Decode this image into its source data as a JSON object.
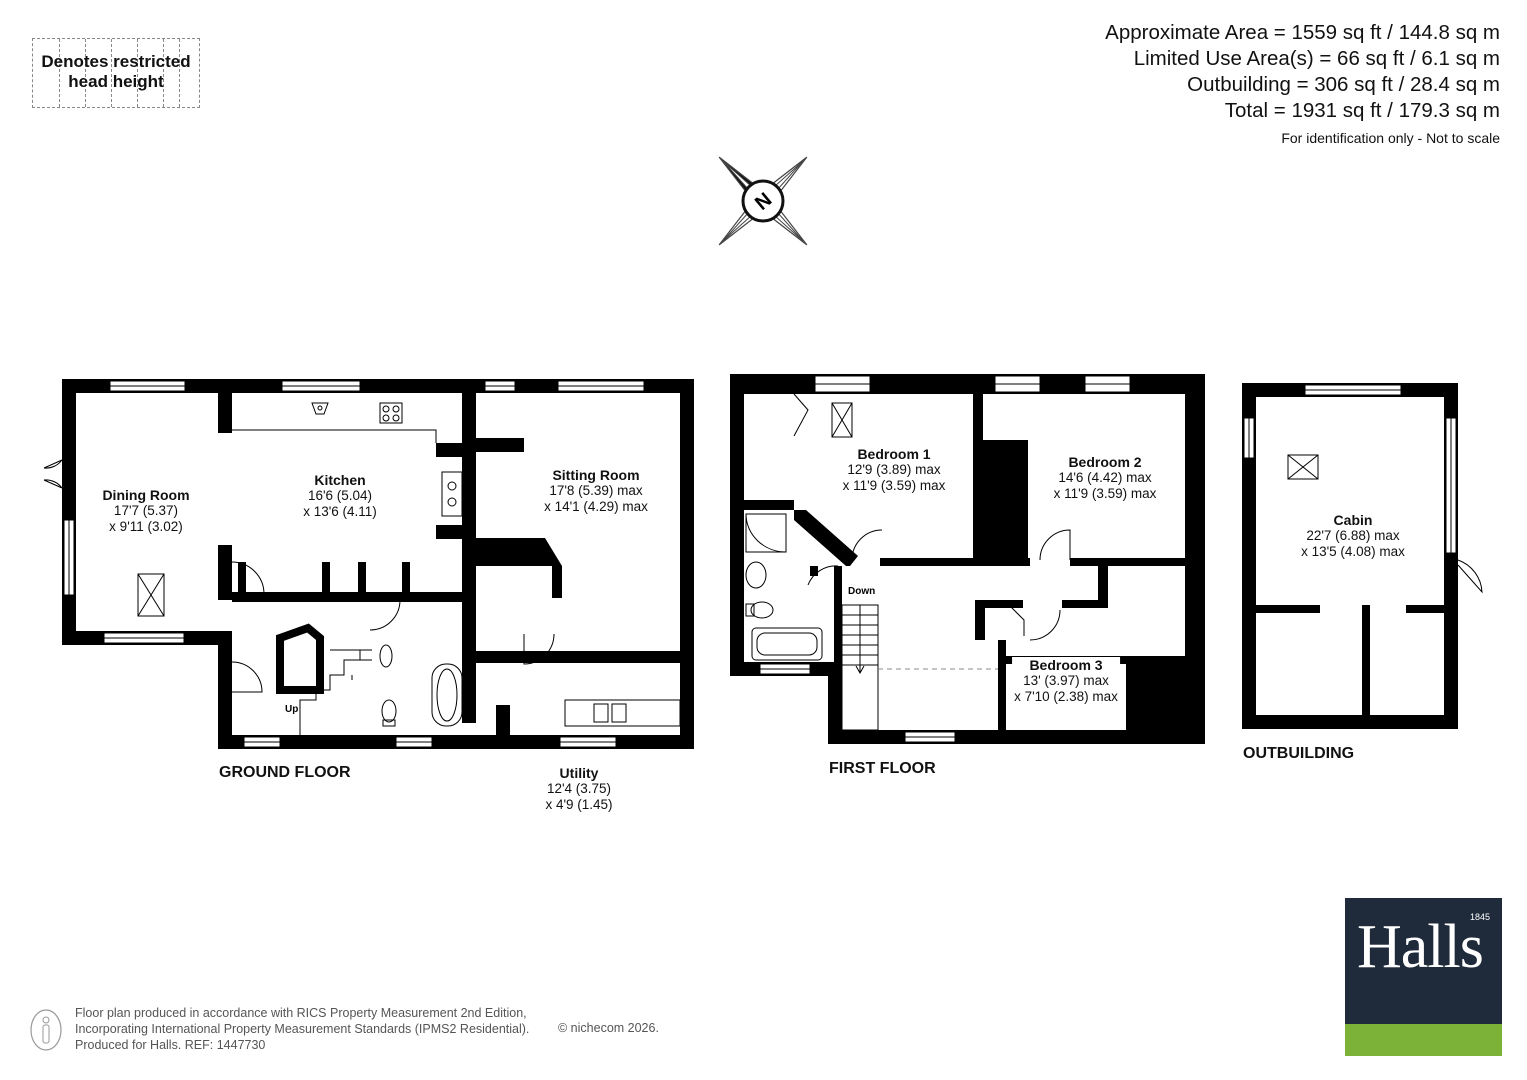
{
  "legend": {
    "line1": "Denotes restricted",
    "line2": "head height"
  },
  "areas": {
    "approximate": "Approximate Area = 1559 sq ft / 144.8 sq m",
    "limited": "Limited Use Area(s) = 66 sq ft / 6.1 sq m",
    "outbuilding": "Outbuilding = 306 sq ft / 28.4 sq m",
    "total": "Total = 1931 sq ft / 179.3 sq m",
    "note": "For identification only - Not to scale"
  },
  "compass": {
    "label": "N"
  },
  "rooms": {
    "dining": {
      "name": "Dining Room",
      "dim1": "17'7 (5.37)",
      "dim2": "x 9'11 (3.02)"
    },
    "kitchen": {
      "name": "Kitchen",
      "dim1": "16'6 (5.04)",
      "dim2": "x 13'6 (4.11)"
    },
    "sitting": {
      "name": "Sitting Room",
      "dim1": "17'8 (5.39) max",
      "dim2": "x 14'1 (4.29) max"
    },
    "utility": {
      "name": "Utility",
      "dim1": "12'4 (3.75)",
      "dim2": "x 4'9 (1.45)"
    },
    "bedroom1": {
      "name": "Bedroom 1",
      "dim1": "12'9 (3.89) max",
      "dim2": "x 11'9 (3.59) max"
    },
    "bedroom2": {
      "name": "Bedroom 2",
      "dim1": "14'6 (4.42) max",
      "dim2": "x 11'9 (3.59) max"
    },
    "bedroom3": {
      "name": "Bedroom 3",
      "dim1": "13' (3.97) max",
      "dim2": "x 7'10 (2.38) max"
    },
    "cabin": {
      "name": "Cabin",
      "dim1": "22'7 (6.88) max",
      "dim2": "x 13'5 (4.08) max"
    }
  },
  "stairs": {
    "up": "Up",
    "down": "Down"
  },
  "floors": {
    "ground": "GROUND FLOOR",
    "first": "FIRST FLOOR",
    "outbuilding": "OUTBUILDING"
  },
  "footer": {
    "line1": "Floor plan produced in accordance with RICS Property Measurement 2nd Edition,",
    "line2": "Incorporating International Property Measurement Standards (IPMS2 Residential).",
    "line3": "Produced for Halls.   REF: 1447730",
    "copyright": "© nichecom 2026."
  },
  "logo": {
    "word": "Halls",
    "year": "1845"
  },
  "colors": {
    "wall": "#000000",
    "logo_navy": "#1f2b3b",
    "logo_green": "#7db239"
  }
}
